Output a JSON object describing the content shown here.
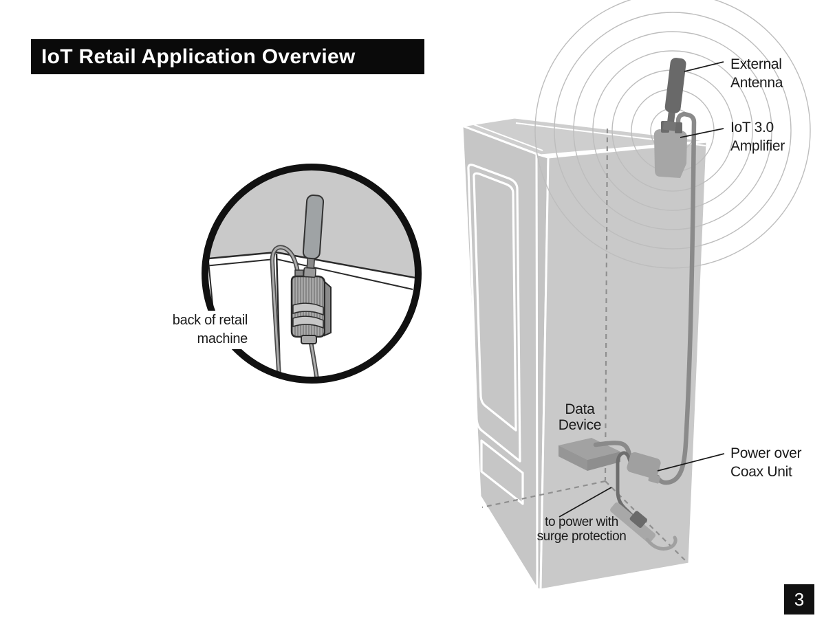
{
  "page": {
    "title": "IoT Retail Application Overview",
    "page_number": "3"
  },
  "callout": {
    "label_lines": [
      "back of retail",
      "machine"
    ]
  },
  "diagram": {
    "labels": {
      "external_antenna": [
        "External",
        "Antenna"
      ],
      "iot_amplifier": [
        "IoT 3.0",
        "Amplifier"
      ],
      "data_device": [
        "Data",
        "Device"
      ],
      "power_over_coax": [
        "Power over",
        "Coax Unit"
      ],
      "power_surge": [
        "to power with",
        "surge protection"
      ]
    }
  },
  "colors": {
    "title_bar_bg": "#0a0a0a",
    "text": "#1a1a1a",
    "machine_gray": "#c9c9c9",
    "machine_top": "#cecece",
    "machine_left": "#c6c6c6",
    "device_gray": "#a0a0a0",
    "antenna_dark": "#696969",
    "cable_dark": "#6e6e6e",
    "cable_light": "#8a8a8a",
    "wave_stroke": "#bdbdbd",
    "page_box_bg": "#111111",
    "callout_ring": "#111111",
    "outline_dark": "#2b2b2b"
  }
}
